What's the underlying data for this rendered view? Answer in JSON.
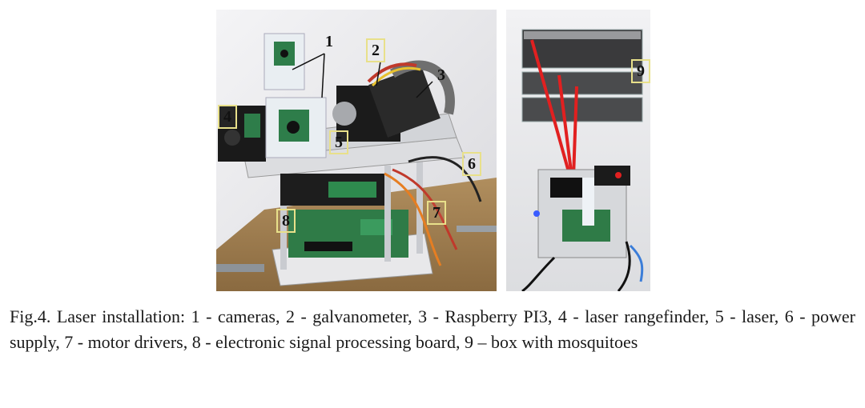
{
  "figure": {
    "callouts": [
      "1",
      "2",
      "3",
      "4",
      "5",
      "6",
      "7",
      "8",
      "9"
    ],
    "caption": "Fig.4. Laser installation: 1 - cameras, 2 - galvanometer, 3 - Raspberry PI3, 4 - laser rangefinder, 5 - laser, 6 - power supply, 7 - motor drivers, 8 - electronic signal processing board, 9 – box with mosquitoes"
  }
}
